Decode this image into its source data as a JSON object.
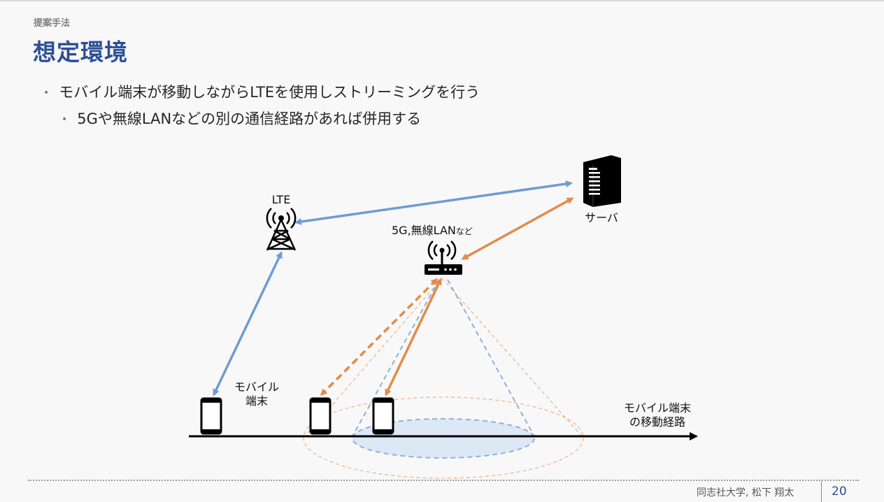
{
  "header": {
    "section": "提案手法",
    "title": "想定環境"
  },
  "bullets": [
    "モバイル端末が移動しながらLTEを使用しストリーミングを行う",
    "5Gや無線LANなどの別の通信経路があれば併用する"
  ],
  "diagram": {
    "lte_label": "LTE",
    "server_label": "サーバ",
    "wifi_label_main": "5G,無線LAN",
    "wifi_label_suffix": "など",
    "mobile_label": "モバイル\n端末",
    "path_label": "モバイル端末\nの移動経路",
    "colors": {
      "lte_link": "#6f9bd1",
      "wifi_link": "#e38b4a",
      "coverage_fill": "#dde8f6",
      "coverage_edge": "#8fb0db"
    }
  },
  "footer": {
    "author": "同志社大学, 松下 翔太",
    "page": "20"
  }
}
